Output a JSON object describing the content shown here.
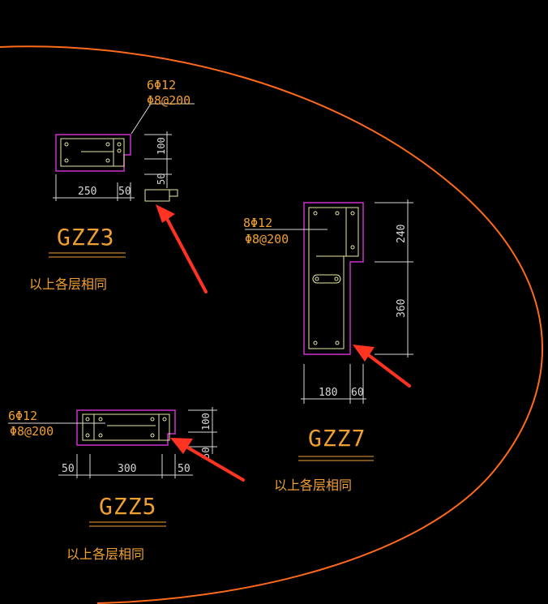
{
  "colors": {
    "background": "#000000",
    "outline": "#cc33cc",
    "rebar": "#e8e8a0",
    "dimension": "#d8d8d8",
    "text": "#f0a030",
    "marker": "#ff6a1a",
    "arrow": "#ff3322"
  },
  "gzz3": {
    "rebar_main": "6Φ12",
    "rebar_stirrup": "Φ8@200",
    "dim_width": "250",
    "dim_width2": "50",
    "dim_height": "100",
    "dim_height2": "50",
    "label": "GZZ3",
    "note": "以上各层相同"
  },
  "gzz7": {
    "rebar_main": "8Φ12",
    "rebar_stirrup": "Φ8@200",
    "dim_height_top": "240",
    "dim_height_bottom": "360",
    "dim_width": "180",
    "dim_width2": "60",
    "label": "GZZ7",
    "note": "以上各层相同"
  },
  "gzz5": {
    "rebar_main": "6Φ12",
    "rebar_stirrup": "Φ8@200",
    "dim_left": "50",
    "dim_mid": "300",
    "dim_right": "50",
    "dim_height": "100",
    "dim_height2": "50",
    "label": "GZZ5",
    "note": "以上各层相同"
  }
}
